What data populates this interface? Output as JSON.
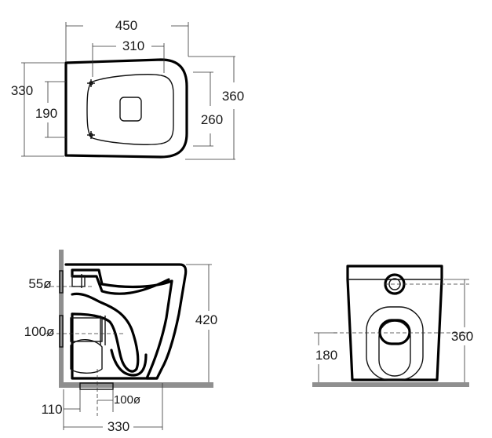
{
  "dimensions": {
    "top_view": {
      "overall_length": "450",
      "fixing_spacing": "310",
      "overall_width": "330",
      "seat_width": "190",
      "total_depth": "360",
      "inner_depth": "260"
    },
    "side_view": {
      "inlet_diameter": "55ø",
      "outlet_diameter": "100ø",
      "height": "420",
      "floor_outlet_diameter": "100ø",
      "outlet_offset": "110",
      "base_length": "330"
    },
    "rear_view": {
      "outlet_height": "180",
      "overall_height": "360"
    }
  },
  "colors": {
    "line": "#000000",
    "floor": "#8f8f8f"
  }
}
